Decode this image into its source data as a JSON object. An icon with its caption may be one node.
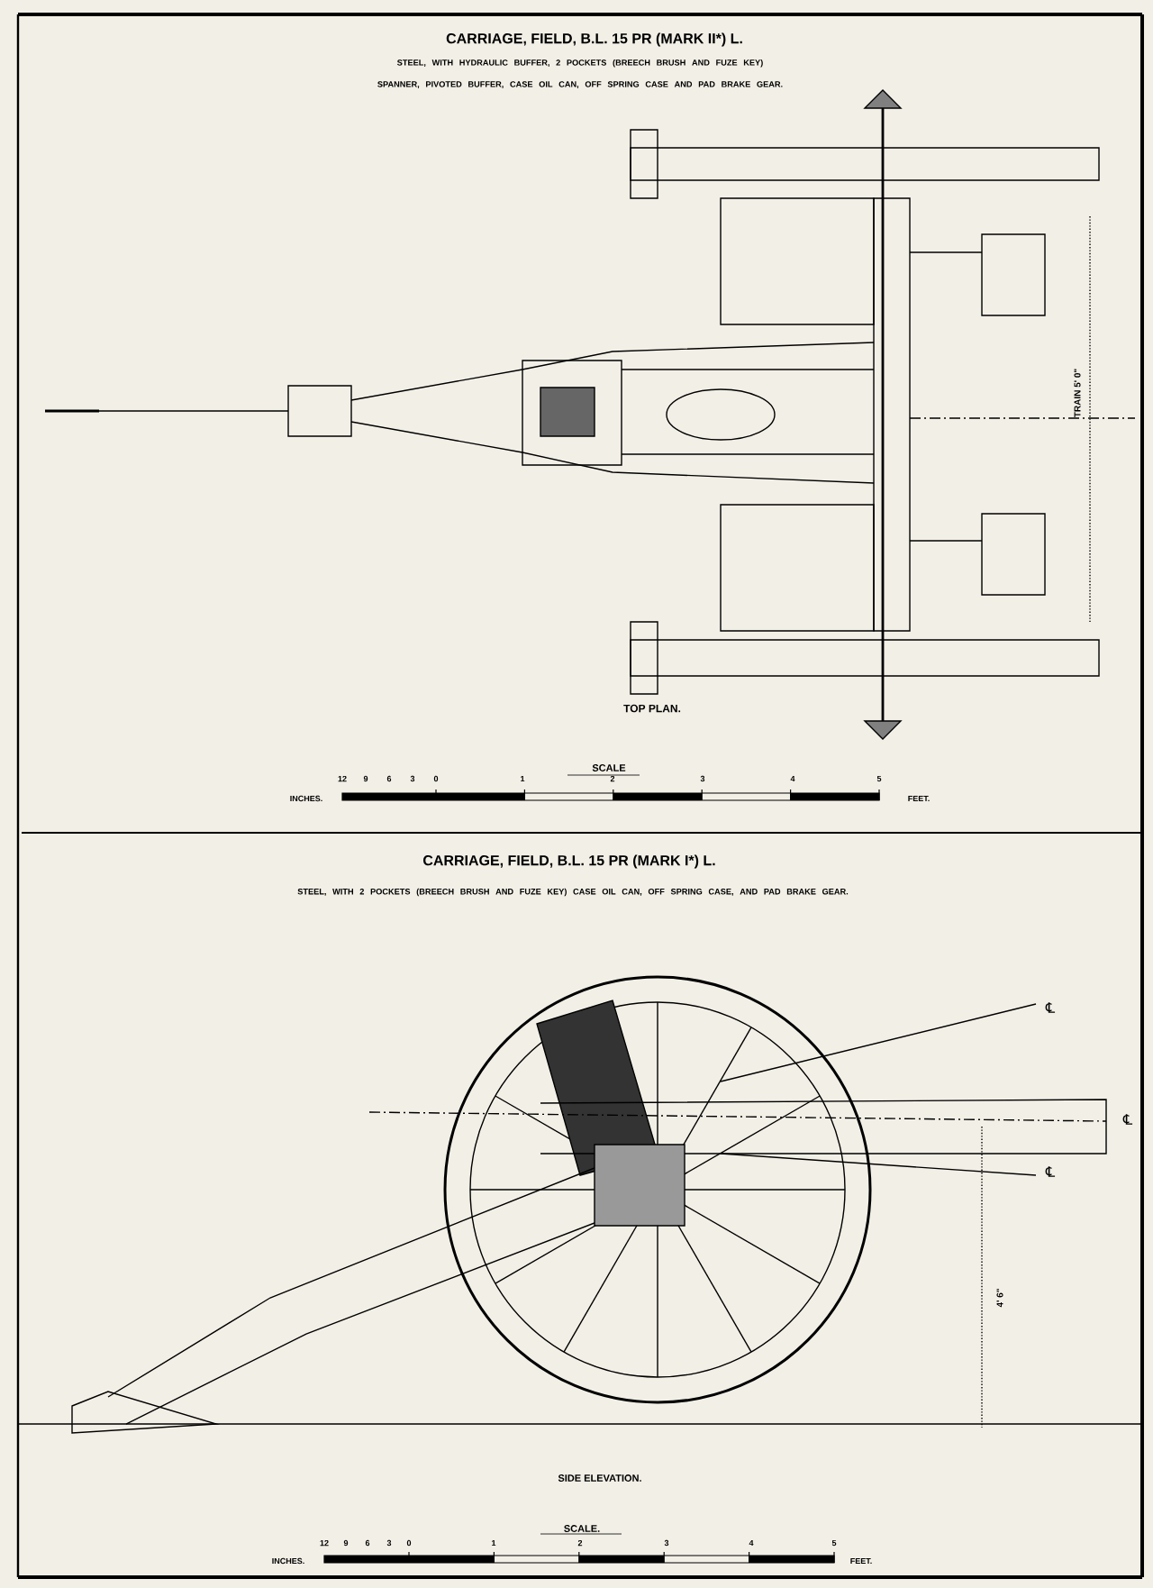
{
  "diagram": {
    "labels": [
      "CARRIAGE, FIELD, B.L. 15 PR (MARK II*) L.",
      "STEEL, WITH HYDRAULIC BUFFER, 2 POCKETS (BREECH BRUSH AND FUZE KEY) SPANNER, PIVOTED BUFFER, CASE OIL CAN, OFF SPRING CASE AND PAD BRAKE GEAR.",
      "TRAIN 5' 0\"",
      "TOP PLAN.",
      "SCALE",
      "INCHES.",
      "12",
      "9",
      "6",
      "3",
      "0",
      "1",
      "2",
      "3",
      "4",
      "5",
      "FEET.",
      "CARRIAGE, FIELD, B.L. 15 PR (MARK I*) L.",
      "STEEL, WITH 2 POCKETS (BREECH BRUSH AND FUZE KEY) CASE OIL CAN, OFF SPRING CASE, AND PAD BRAKE GEAR.",
      "℄",
      "℄",
      "℄",
      "4' 6\"",
      "SIDE ELEVATION.",
      "SCALE.",
      "INCHES.",
      "12",
      "9",
      "6",
      "3",
      "0",
      "1",
      "2",
      "3",
      "4",
      "5",
      "FEET."
    ]
  }
}
